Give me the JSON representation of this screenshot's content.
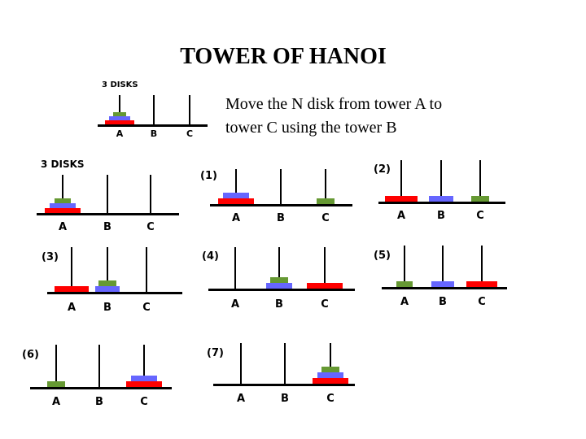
{
  "title": "TOWER OF HANOI",
  "description": {
    "line1": "Move the N disk from tower A to",
    "line2": "tower C using the tower B"
  },
  "colors": {
    "large": "#ff0000",
    "medium": "#6666ff",
    "small": "#669933",
    "line": "#000000"
  },
  "tower_labels": [
    "A",
    "B",
    "C"
  ],
  "panels": [
    {
      "id": "intro",
      "label": "3 DISKS",
      "towers": [
        [
          "large",
          "medium",
          "small"
        ],
        [],
        []
      ]
    },
    {
      "id": "start",
      "label": "3 DISKS",
      "towers": [
        [
          "large",
          "medium",
          "small"
        ],
        [],
        []
      ]
    },
    {
      "id": "step-1",
      "label": "(1)",
      "towers": [
        [
          "large",
          "medium"
        ],
        [],
        [
          "small"
        ]
      ]
    },
    {
      "id": "step-2",
      "label": "(2)",
      "towers": [
        [
          "large"
        ],
        [
          "medium"
        ],
        [
          "small"
        ]
      ]
    },
    {
      "id": "step-3",
      "label": "(3)",
      "towers": [
        [
          "large"
        ],
        [
          "medium",
          "small"
        ],
        []
      ]
    },
    {
      "id": "step-4",
      "label": "(4)",
      "towers": [
        [],
        [
          "medium",
          "small"
        ],
        [
          "large"
        ]
      ]
    },
    {
      "id": "step-5",
      "label": "(5)",
      "towers": [
        [
          "small"
        ],
        [
          "medium"
        ],
        [
          "large"
        ]
      ]
    },
    {
      "id": "step-6",
      "label": "(6)",
      "towers": [
        [
          "small"
        ],
        [],
        [
          "large",
          "medium"
        ]
      ]
    },
    {
      "id": "step-7",
      "label": "(7)",
      "towers": [
        [],
        [],
        [
          "large",
          "medium",
          "small"
        ]
      ]
    }
  ]
}
